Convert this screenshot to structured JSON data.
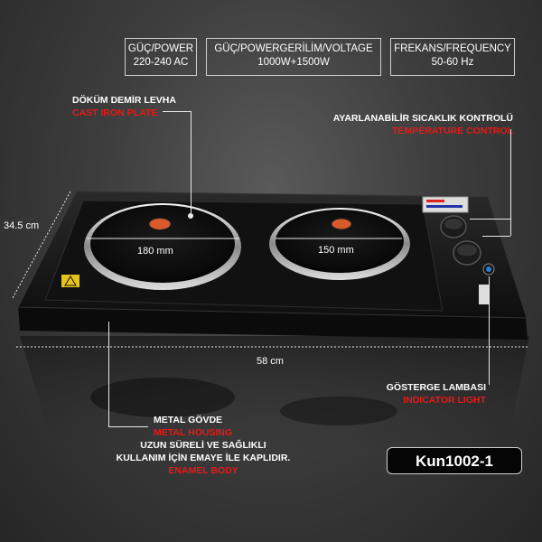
{
  "specs": [
    {
      "line1": "GÜÇ/POWER",
      "line2": "220-240 AC"
    },
    {
      "line1": "GÜÇ/POWERGERİLİM/VOLTAGE",
      "line2": "1000W+1500W"
    },
    {
      "line1": "FREKANS/FREQUENCY",
      "line2": "50-60 Hz"
    }
  ],
  "labels": {
    "cast_iron": {
      "tr": "DÖKÜM DEMİR LEVHA",
      "en": "CAST IRON PLATE"
    },
    "temp_control": {
      "tr": "AYARLANABİLİR SICAKLIK KONTROLÜ",
      "en": "TEMPERATURE CONTROL"
    },
    "indicator": {
      "tr": "GÖSTERGE LAMBASI",
      "en": "INDICATOR LIGHT"
    },
    "metal_body": {
      "tr": "METAL GÖVDE",
      "en": "METAL HOUSING"
    },
    "enamel_line1": "UZUN SÜRELİ VE SAĞLIKLI",
    "enamel_line2": "KULLANIM İÇİN EMAYE İLE KAPLIDIR.",
    "enamel_en": "ENAMEL  BODY"
  },
  "dimensions": {
    "depth": "34.5 cm",
    "width": "58 cm",
    "plate_large": "180 mm",
    "plate_small": "150 mm"
  },
  "model": "Kun1002-1",
  "colors": {
    "accent_red": "#e41b17",
    "indicator_blue": "#2a7fd4"
  }
}
